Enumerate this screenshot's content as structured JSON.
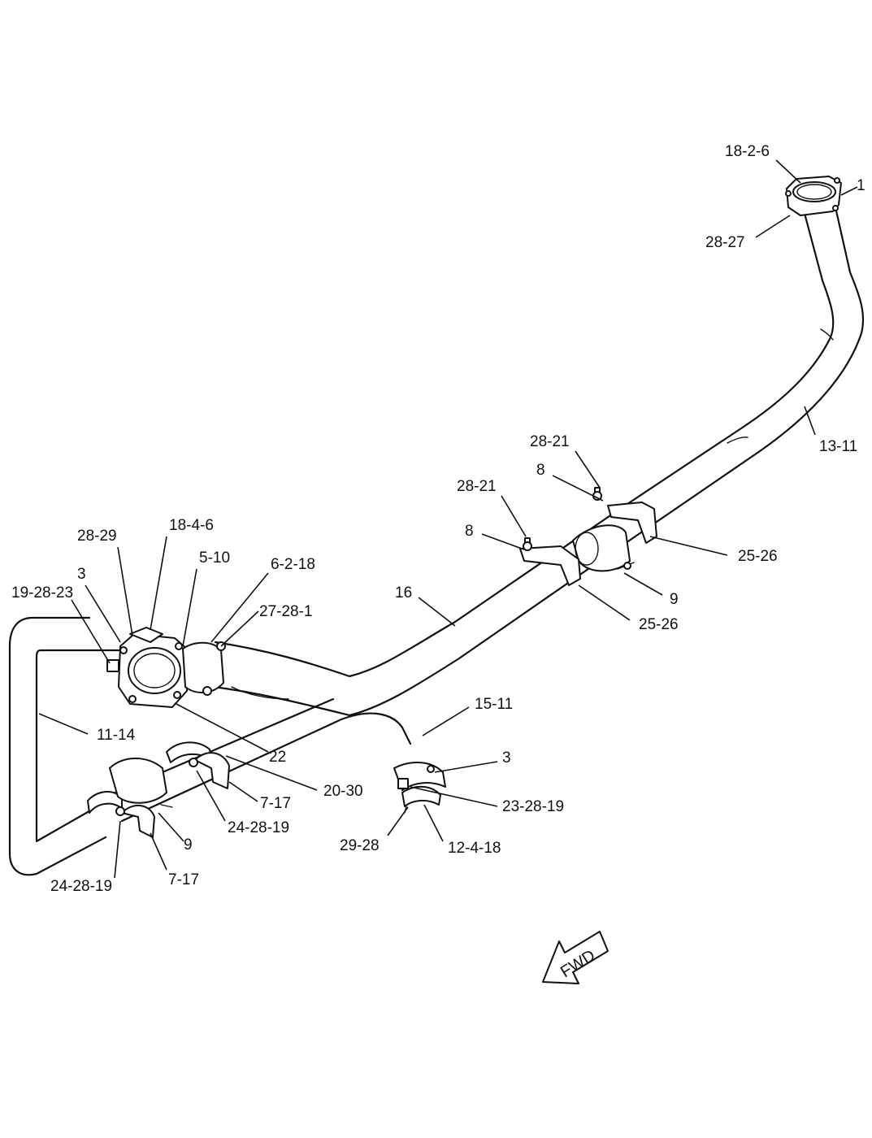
{
  "callouts": [
    {
      "id": "c-18-2-6",
      "text": "18-2-6"
    },
    {
      "id": "c-1",
      "text": "1"
    },
    {
      "id": "c-28-27",
      "text": "28-27"
    },
    {
      "id": "c-13-11",
      "text": "13-11"
    },
    {
      "id": "c-28-21-a",
      "text": "28-21"
    },
    {
      "id": "c-8-a",
      "text": "8"
    },
    {
      "id": "c-28-21-b",
      "text": "28-21"
    },
    {
      "id": "c-8-b",
      "text": "8"
    },
    {
      "id": "c-25-26-a",
      "text": "25-26"
    },
    {
      "id": "c-9-a",
      "text": "9"
    },
    {
      "id": "c-25-26-b",
      "text": "25-26"
    },
    {
      "id": "c-16",
      "text": "16"
    },
    {
      "id": "c-28-29",
      "text": "28-29"
    },
    {
      "id": "c-18-4-6",
      "text": "18-4-6"
    },
    {
      "id": "c-5-10",
      "text": "5-10"
    },
    {
      "id": "c-6-2-18",
      "text": "6-2-18"
    },
    {
      "id": "c-3-a",
      "text": "3"
    },
    {
      "id": "c-19-28-23",
      "text": "19-28-23"
    },
    {
      "id": "c-27-28-1",
      "text": "27-28-1"
    },
    {
      "id": "c-15-11",
      "text": "15-11"
    },
    {
      "id": "c-11-14",
      "text": "11-14"
    },
    {
      "id": "c-22",
      "text": "22"
    },
    {
      "id": "c-3-b",
      "text": "3"
    },
    {
      "id": "c-20-30",
      "text": "20-30"
    },
    {
      "id": "c-7-17-a",
      "text": "7-17"
    },
    {
      "id": "c-23-28-19",
      "text": "23-28-19"
    },
    {
      "id": "c-24-28-19-a",
      "text": "24-28-19"
    },
    {
      "id": "c-9-b",
      "text": "9"
    },
    {
      "id": "c-29-28",
      "text": "29-28"
    },
    {
      "id": "c-12-4-18",
      "text": "12-4-18"
    },
    {
      "id": "c-24-28-19-b",
      "text": "24-28-19"
    },
    {
      "id": "c-7-17-b",
      "text": "7-17"
    }
  ],
  "direction_arrow": {
    "text": "FWD"
  }
}
